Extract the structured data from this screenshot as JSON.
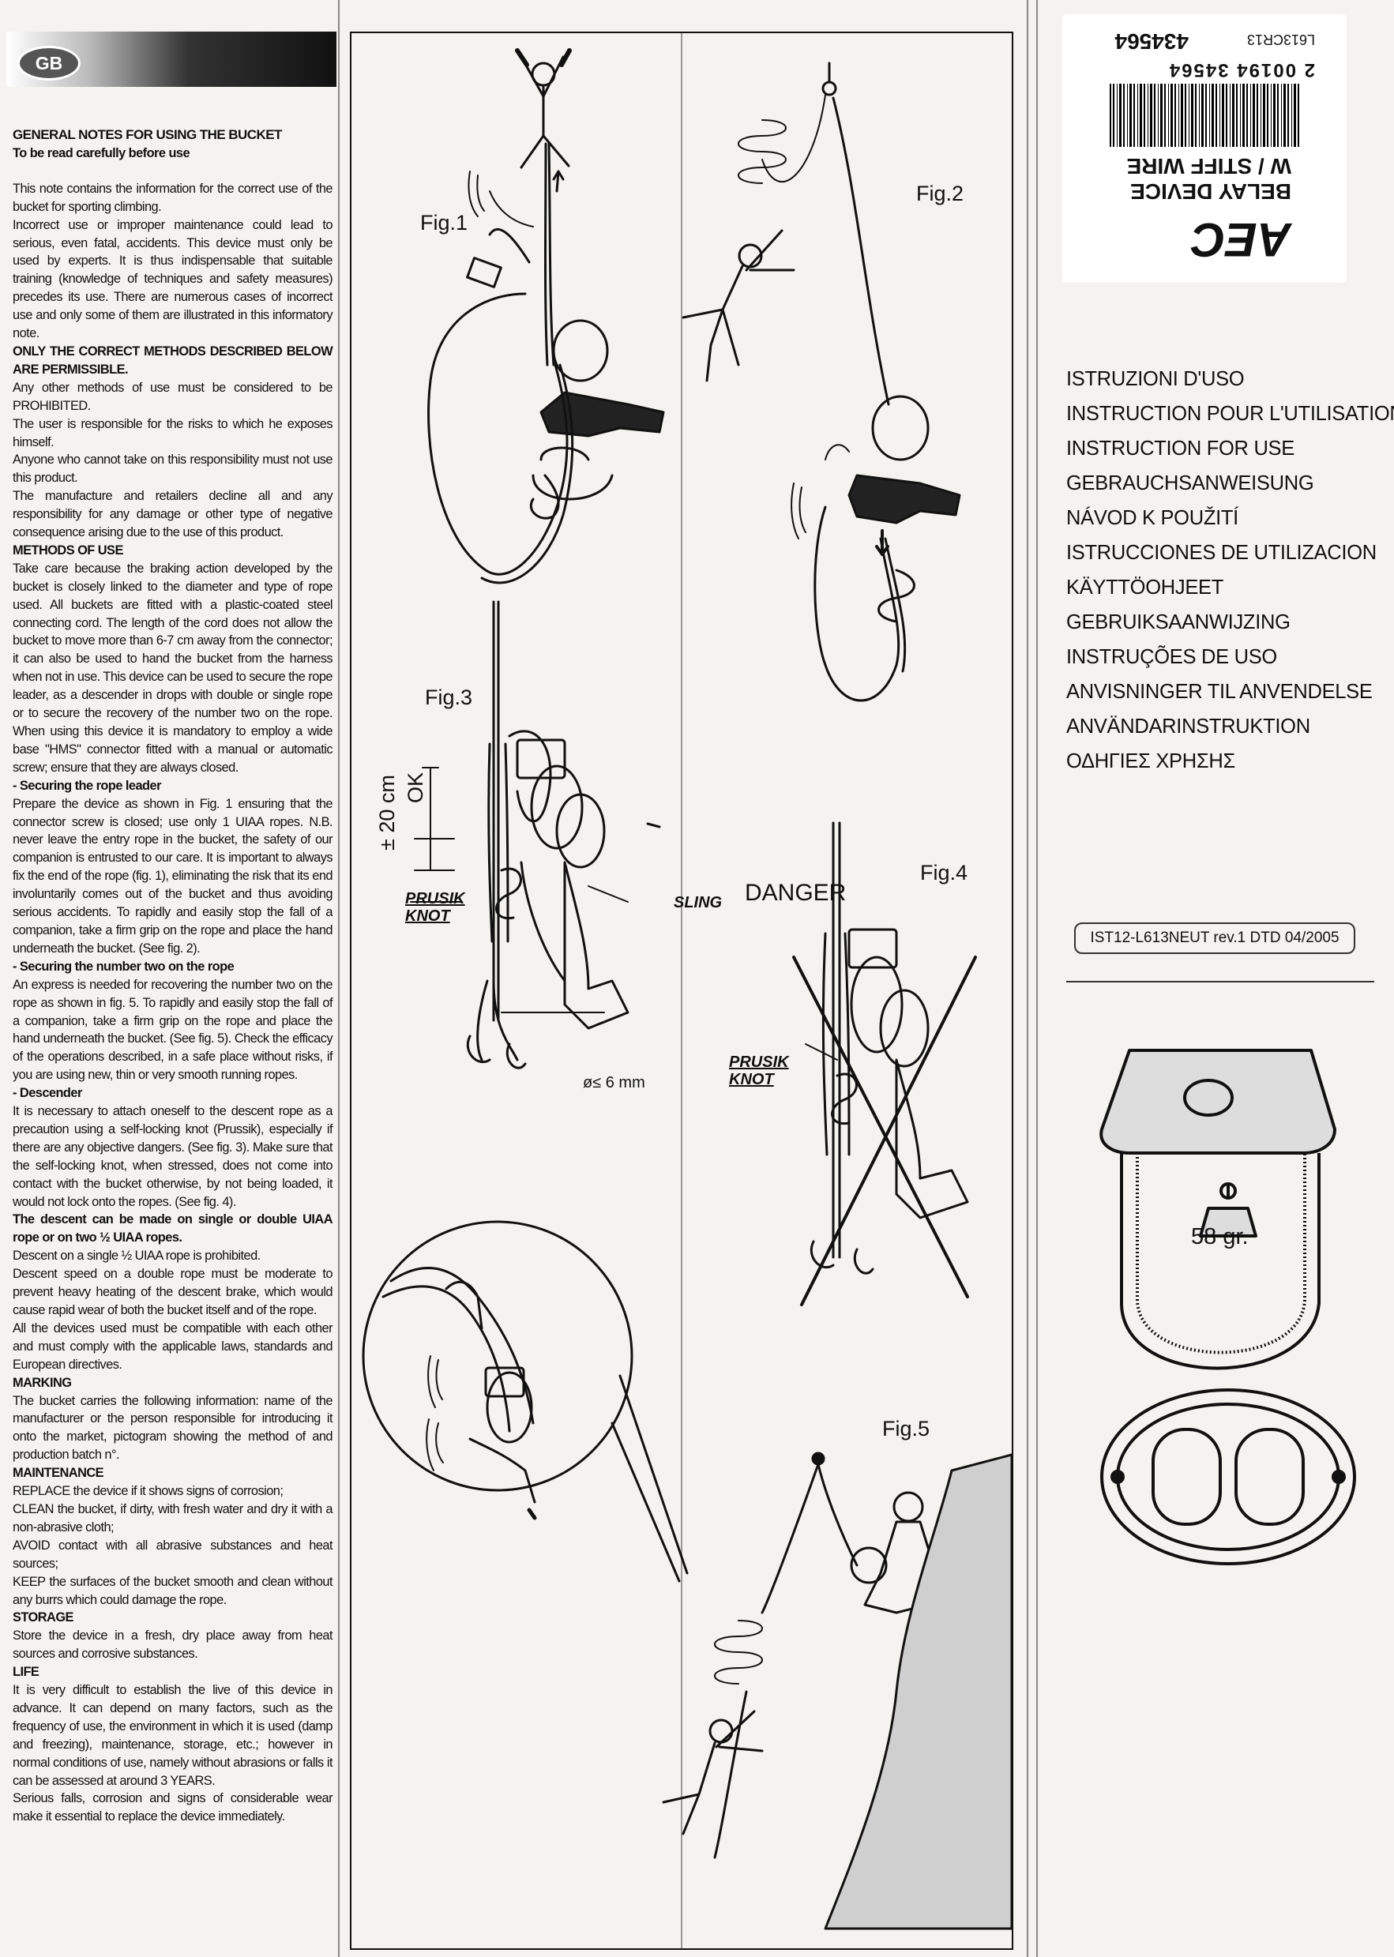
{
  "language_badge": "GB",
  "notes": {
    "title": "GENERAL NOTES FOR USING THE BUCKET",
    "subtitle": "To be read carefully before use",
    "lines": [
      "This note contains the information for the correct use of the bucket for sporting climbing.",
      "Incorrect use or improper maintenance could lead to serious, even fatal, accidents. This device must only be used by experts. It is thus indispensable that suitable training (knowledge of techniques and safety measures) precedes its use. There are numerous cases of incorrect use and only some of them are illustrated in this informatory note.",
      "ONLY THE CORRECT METHODS DESCRIBED BELOW ARE PERMISSIBLE.",
      "Any other methods of use must be considered to be PROHIBITED.",
      "The user is responsible for the risks to which he exposes himself.",
      "Anyone who cannot take on this responsibility must not use this product.",
      "The manufacture and retailers decline all and any responsibility for any damage or other type of negative consequence arising due to the use of this product.",
      "METHODS OF USE",
      "Take care because the braking action developed by the bucket is closely linked to the diameter and type of rope used. All buckets are fitted with a plastic-coated steel connecting cord. The length of the cord does not allow the bucket to move more than 6-7 cm away from the connector; it can also be used to hand the bucket from the harness when not in use. This device can be used to secure the rope leader, as a descender in drops with double or single rope or to secure the recovery of the number two on the rope. When using this device it is mandatory to employ a wide base \"HMS\" connector fitted with a manual or automatic screw; ensure that they are always closed.",
      "- Securing the rope leader",
      "Prepare the device as shown in Fig. 1 ensuring that the connector screw is closed; use only 1 UIAA ropes. N.B. never leave the entry rope in the bucket, the safety of our companion is entrusted to our care. It is important to always fix the end of the rope (fig. 1), eliminating the risk that its end involuntarily comes out of the bucket and thus avoiding serious accidents. To rapidly and easily stop the fall of a companion, take a firm grip on the rope and place the hand underneath the bucket. (See fig. 2).",
      "- Securing the number two on the rope",
      "An express is needed for recovering the number two on the rope as shown in fig. 5. To rapidly and easily stop the fall of a companion, take a firm grip on the rope and place the hand underneath the bucket. (See fig. 5). Check the efficacy of the operations described, in a safe place without risks, if you are using new, thin or very smooth running ropes.",
      "- Descender",
      "It is necessary to attach oneself to the descent rope as a precaution using a self-locking knot (Prussik), especially if there are any objective dangers. (See fig. 3). Make sure that the self-locking knot, when stressed, does not come into contact with the bucket otherwise, by not being loaded, it would not lock onto the ropes. (See fig. 4).",
      "The descent can be made on single or double UIAA rope or on two ½ UIAA ropes.",
      "Descent on a single ½ UIAA rope is prohibited.",
      "Descent speed on a double rope must be moderate to prevent heavy heating of the descent brake, which would cause rapid wear of both the bucket itself and of the rope.",
      "All the devices used must be compatible with each other and must comply with the applicable laws, standards and European directives.",
      "MARKING",
      "The bucket carries the following information: name of the manufacturer or the person responsible for introducing it onto the market, pictogram showing the method of and production batch n°.",
      "MAINTENANCE",
      "REPLACE the device if it shows signs of corrosion;",
      "CLEAN the bucket, if dirty, with fresh water and dry it with a non-abrasive cloth;",
      "AVOID contact with all abrasive substances and heat sources;",
      "KEEP the surfaces of the bucket smooth and clean without any burrs which could damage the rope.",
      "STORAGE",
      "Store the device in a fresh, dry place away from heat sources and corrosive substances.",
      "LIFE",
      "It is very difficult to establish the live of this device in advance. It can depend on many factors, such as the frequency of use, the environment in which it is used (damp and freezing), maintenance, storage, etc.; however in normal conditions of use, namely without abrasions or falls it can be assessed at around 3 YEARS.",
      "Serious falls, corrosion and signs of considerable wear make it essential to replace the device immediately."
    ]
  },
  "figures": {
    "fig1": "Fig.1",
    "fig2": "Fig.2",
    "fig3": "Fig.3",
    "fig4": "Fig.4",
    "fig5": "Fig.5",
    "danger": "DANGER",
    "prusik_knot_1": "PRUSIK",
    "prusik_knot_2": "KNOT",
    "sling": "SLING",
    "ok": "OK",
    "distance": "± 20 cm",
    "diameter": "ø≤ 6 mm"
  },
  "label": {
    "brand": "AEC",
    "product_line1": "BELAY DEVICE",
    "product_line2": "W / STIFF WIRE",
    "barcode_number": "2 00194 34564",
    "article": "434564",
    "code": "L613CR13"
  },
  "languages": [
    "ISTRUZIONI D'USO",
    "INSTRUCTION POUR L'UTILISATION",
    "INSTRUCTION FOR USE",
    "GEBRAUCHSANWEISUNG",
    "NÁVOD K POUŽITÍ",
    "ISTRUCCIONES DE UTILIZACION",
    "KÄYTTÖOHJEET",
    "GEBRUIKSAANWIJZING",
    "INSTRUÇÕES DE USO",
    "ANVISNINGER TIL ANVENDELSE",
    "ANVÄNDARINSTRUKTION",
    "ΟΔΗΓΙΕΣ ΧΡΗΣΗΣ"
  ],
  "doc_ref": "IST12-L613NEUT rev.1 DTD 04/2005",
  "weight": "58 gr."
}
